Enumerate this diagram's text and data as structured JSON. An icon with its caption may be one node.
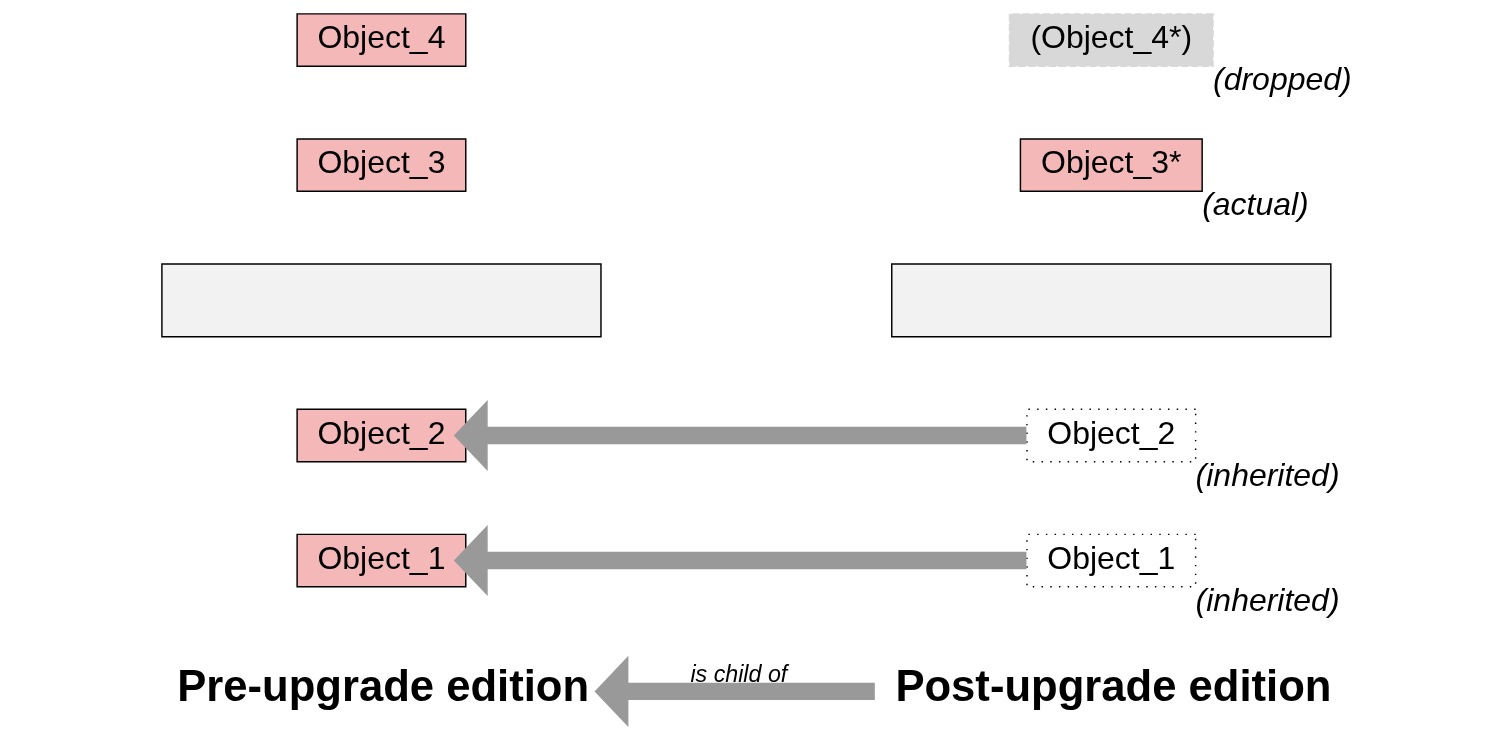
{
  "diagram": {
    "nodes": [
      {
        "text": [
          "Object_4"
        ]
      },
      {
        "text": [
          "(Object_4*)"
        ],
        "beside": [
          "(dropped)"
        ]
      },
      {
        "text": [
          "Object_3"
        ]
      },
      {
        "text": [],
        "shape": "box"
      },
      {
        "text": [
          "Object_3*"
        ],
        "beside": [
          "(actual)"
        ]
      },
      {
        "text": [],
        "shape": "box"
      },
      {
        "text": [
          "Object_2"
        ]
      },
      {
        "text": [
          "Object_2"
        ],
        "beside": [
          "(inherited)"
        ]
      },
      {
        "text": [
          "Object_1"
        ]
      },
      {
        "text": [
          "Object_1"
        ],
        "beside": [
          "(inherited)"
        ]
      },
      {
        "text": [
          "Pre-upgrade edition"
        ]
      },
      {
        "text": [
          "Post-upgrade edition"
        ]
      }
    ],
    "edges": [
      {
        "from": 7,
        "to": 6,
        "arrow": "to"
      },
      {
        "from": 9,
        "to": 8,
        "arrow": "to"
      },
      {
        "from": 11,
        "to": 10,
        "arrow": "to",
        "label": "is child of"
      }
    ]
  }
}
